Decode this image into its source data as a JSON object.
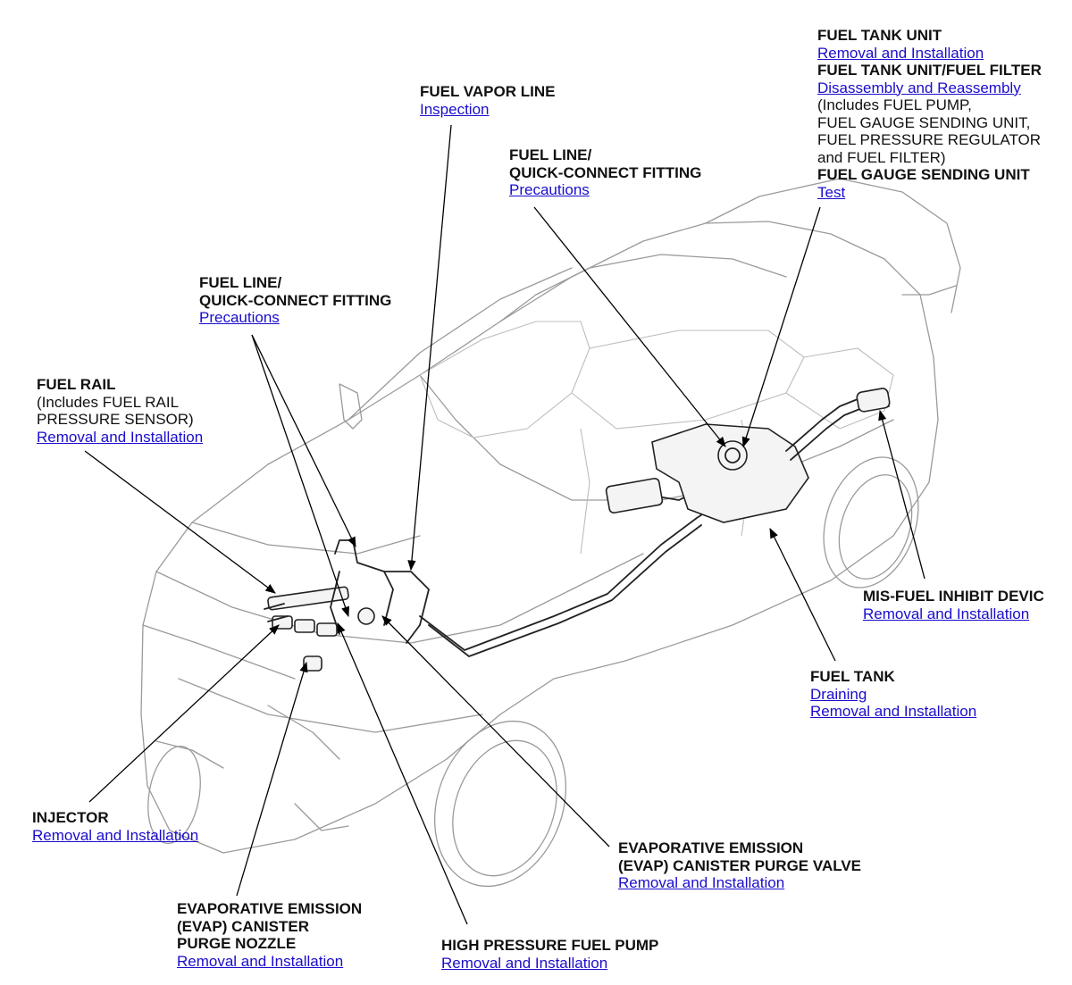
{
  "callouts": {
    "fuel_tank_unit": {
      "title1": "FUEL TANK UNIT",
      "link1": "Removal and Installation",
      "title2": "FUEL TANK UNIT/FUEL FILTER",
      "link2": "Disassembly and Reassembly",
      "note1": "(Includes FUEL PUMP,",
      "note2": "FUEL GAUGE SENDING UNIT,",
      "note3": "FUEL PRESSURE REGULATOR",
      "note4": "and FUEL FILTER)",
      "title3": "FUEL GAUGE SENDING UNIT",
      "link3": "Test"
    },
    "fuel_vapor_line": {
      "title": "FUEL VAPOR LINE",
      "link": "Inspection"
    },
    "fuel_line_rear": {
      "title1": "FUEL LINE/",
      "title2": "QUICK-CONNECT FITTING",
      "link": "Precautions"
    },
    "fuel_line_front": {
      "title1": "FUEL LINE/",
      "title2": "QUICK-CONNECT FITTING",
      "link": "Precautions"
    },
    "fuel_rail": {
      "title": "FUEL RAIL",
      "note1": "(Includes FUEL RAIL",
      "note2": "PRESSURE SENSOR)",
      "link": "Removal and Installation"
    },
    "mis_fuel": {
      "title": "MIS-FUEL INHIBIT DEVIC",
      "link": "Removal and Installation"
    },
    "fuel_tank": {
      "title": "FUEL TANK",
      "link1": "Draining",
      "link2": "Removal and Installation"
    },
    "injector": {
      "title": "INJECTOR",
      "link": "Removal and Installation"
    },
    "evap_purge_valve": {
      "title1": "EVAPORATIVE EMISSION",
      "title2": "(EVAP) CANISTER PURGE VALVE",
      "link": "Removal and Installation"
    },
    "evap_purge_nozzle": {
      "title1": "EVAPORATIVE EMISSION",
      "title2": "(EVAP) CANISTER",
      "title3": "PURGE NOZZLE",
      "link": "Removal and Installation"
    },
    "high_pressure_pump": {
      "title": "HIGH PRESSURE FUEL PUMP",
      "link": "Removal and Installation"
    }
  },
  "colors": {
    "link": "#1a0dcc",
    "text": "#111111",
    "car_outline": "#9a9a9a",
    "parts": "#222222"
  }
}
